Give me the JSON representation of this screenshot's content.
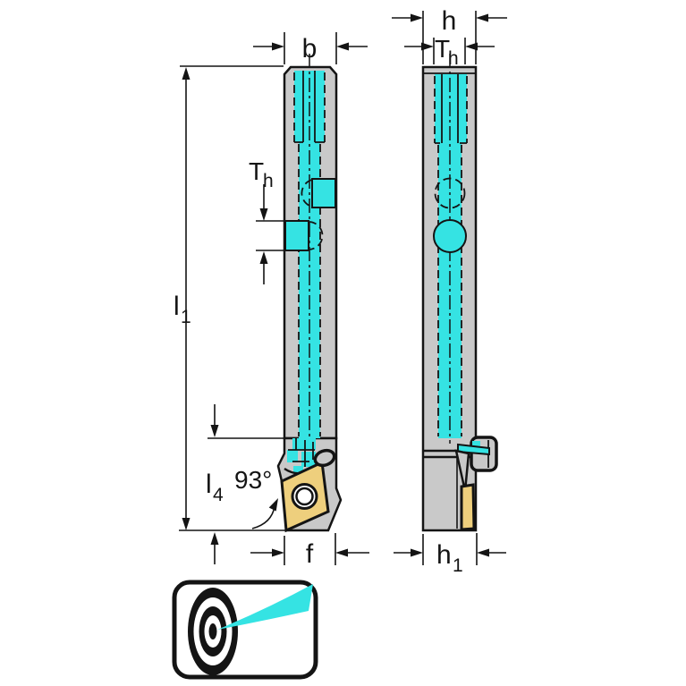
{
  "colors": {
    "line": "#141414",
    "body": "#c9c9c9",
    "coolant": "#35e3e3",
    "insert": "#eecf7d",
    "bg": "#ffffff"
  },
  "labels": {
    "b": "b",
    "h": "h",
    "f": "f",
    "angle": "93°",
    "th_main": "T",
    "th_sub": "h",
    "l1_main": "l",
    "l1_sub": "1",
    "l4_main": "l",
    "l4_sub": "4",
    "h1_main": "h",
    "h1_sub": "1"
  }
}
